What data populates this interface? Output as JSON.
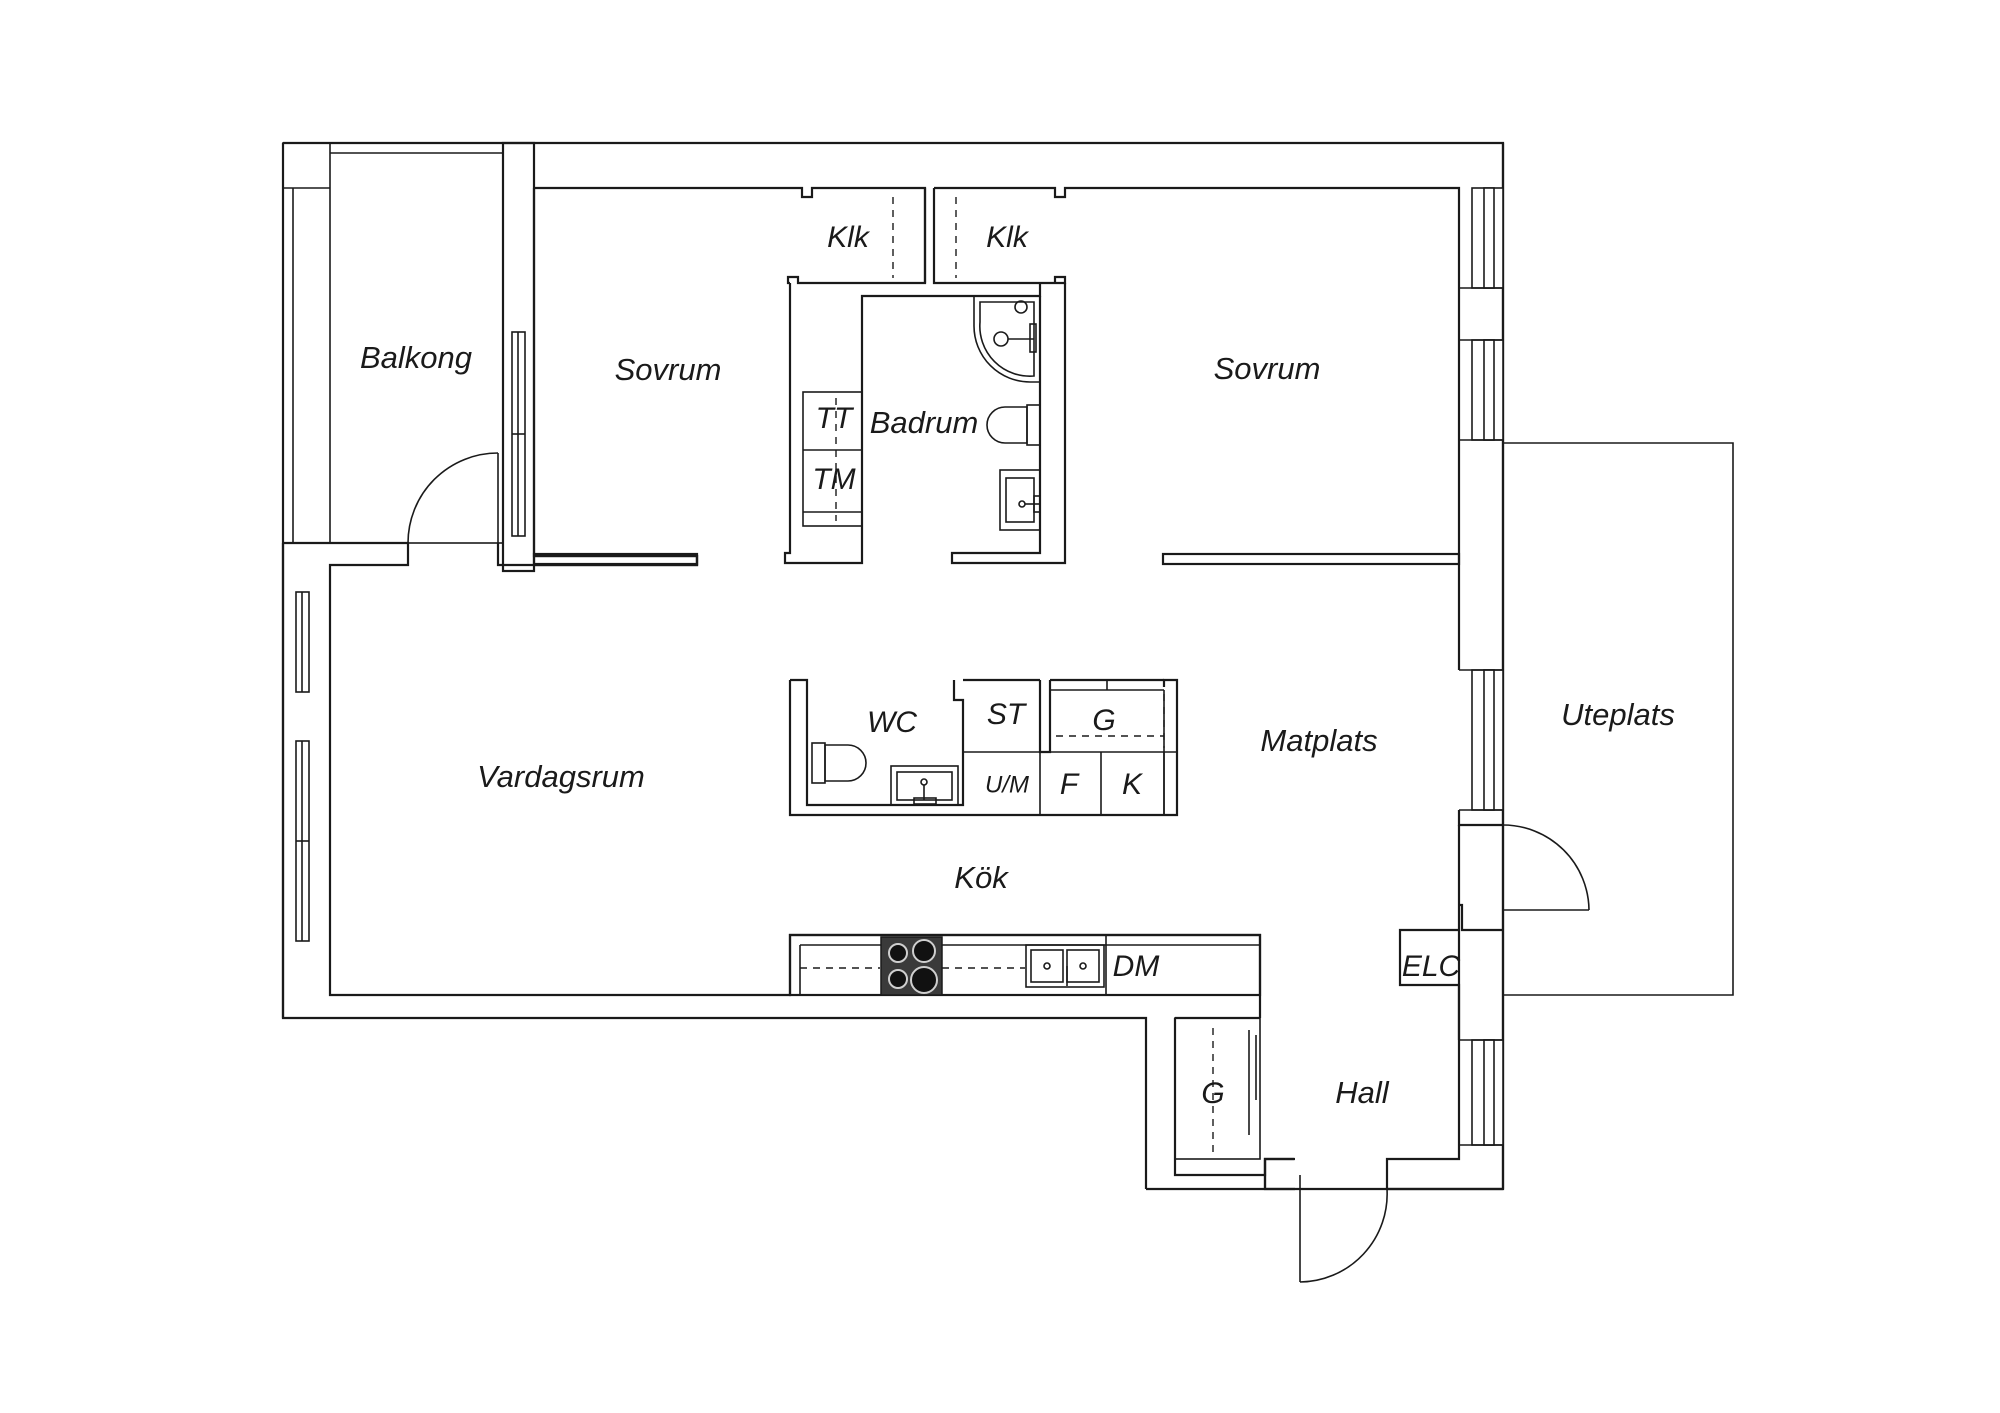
{
  "rooms": {
    "balkong": "Balkong",
    "sovrum_left": "Sovrum",
    "sovrum_right": "Sovrum",
    "klk_left": "Klk",
    "klk_right": "Klk",
    "badrum": "Badrum",
    "tt": "TT",
    "tm": "TM",
    "wc": "WC",
    "st": "ST",
    "g_kitchen": "G",
    "um": "U/M",
    "f": "F",
    "k": "K",
    "vardagsrum": "Vardagsrum",
    "matplats": "Matplats",
    "uteplats": "Uteplats",
    "kok": "Kök",
    "dm": "DM",
    "elc": "ELC",
    "hall": "Hall",
    "g_hall": "G"
  }
}
